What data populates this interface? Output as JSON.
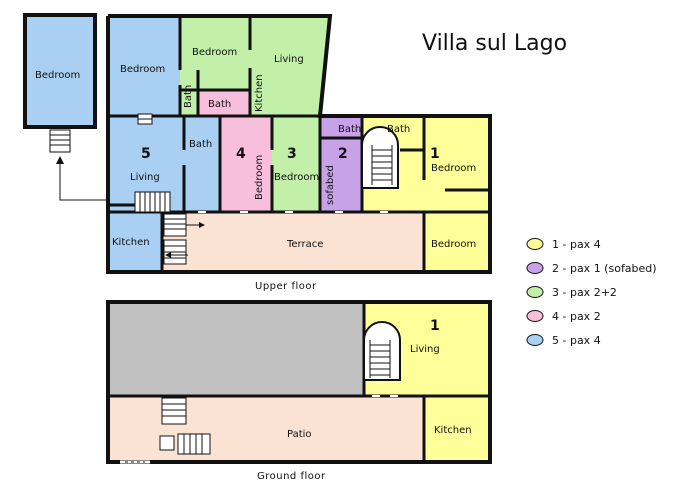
{
  "title": "Villa sul Lago",
  "floors": {
    "upper_caption": "Upper floor",
    "ground_caption": "Ground floor"
  },
  "rooms": {
    "detached_bedroom": "Bedroom",
    "a5_bedroom": "Bedroom",
    "a5_number": "5",
    "a5_living": "Living",
    "a5_bath": "Bath",
    "a5_kitchen": "Kitchen",
    "a3_bedroom_top": "Bedroom",
    "a3_bath_small": "Bath",
    "a3_kitchen": "Kitchen",
    "a3_living": "Living",
    "a4_bath": "Bath",
    "a4_number": "4",
    "a4_bedroom": "Bedroom",
    "a3_number": "3",
    "a3_bedroom": "Bedroom",
    "a2_bath": "Bath",
    "a2_number": "2",
    "a2_sofabed": "sofabed",
    "a1_bath": "Bath",
    "a1_number": "1",
    "a1_bedroom": "Bedroom",
    "a1_bedroom2": "Bedroom",
    "terrace": "Terrace",
    "g1_number": "1",
    "g1_living": "Living",
    "g1_kitchen": "Kitchen",
    "patio": "Patio"
  },
  "legend": [
    {
      "label": "1 - pax 4",
      "color": "#ffff99"
    },
    {
      "label": "2 - pax 1 (sofabed)",
      "color": "#c8a2e8"
    },
    {
      "label": "3 - pax 2+2",
      "color": "#c2f0a8"
    },
    {
      "label": "4 - pax 2",
      "color": "#f8bfdc"
    },
    {
      "label": "5 - pax 4",
      "color": "#a9cff2"
    }
  ],
  "colors": {
    "apt1": "#ffff99",
    "apt2": "#c8a2e8",
    "apt3": "#c2f0a8",
    "apt4": "#f8bfdc",
    "apt5": "#a9cff2",
    "terrace": "#fbe3d4",
    "unused": "#c0c0c0"
  }
}
